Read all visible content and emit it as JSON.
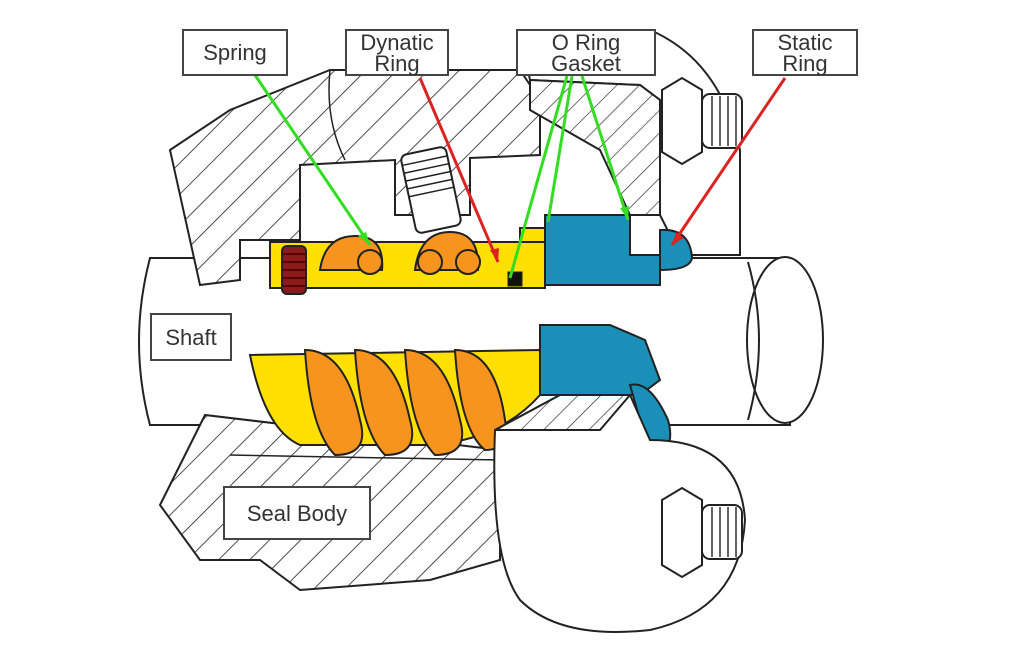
{
  "labels": {
    "spring": "Spring",
    "dynatic_ring": {
      "line1": "Dynatic",
      "line2": "Ring"
    },
    "o_ring_gasket": {
      "line1": "O Ring",
      "line2": "Gasket"
    },
    "static_ring": {
      "line1": "Static",
      "line2": "Ring"
    },
    "shaft": "Shaft",
    "seal_body": "Seal Body"
  },
  "colors": {
    "spring_orange": "#f7941d",
    "ring_yellow": "#ffe000",
    "static_blue": "#1a8fb8",
    "pointer_green": "#33dd22",
    "pointer_red": "#dd2222",
    "spring_dark_red": "#8b1a1a",
    "outline": "#222222"
  }
}
